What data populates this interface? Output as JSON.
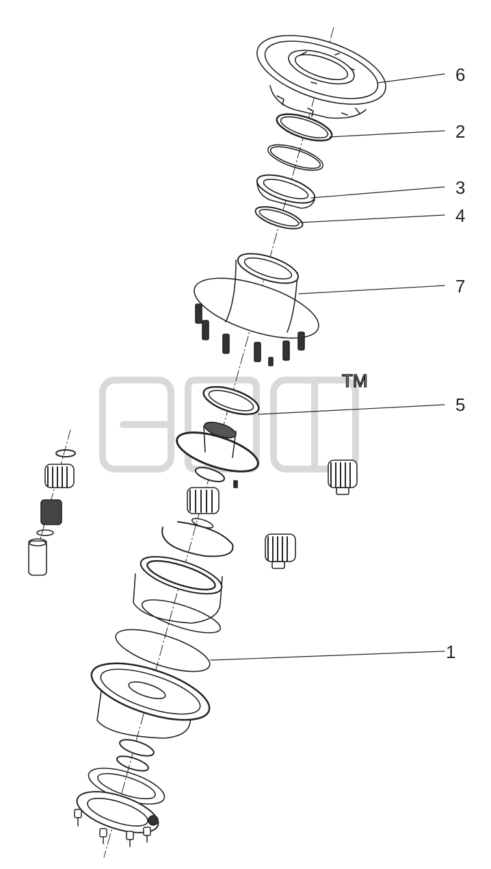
{
  "diagram": {
    "callouts": [
      "6",
      "2",
      "3",
      "4",
      "7",
      "5",
      "1"
    ],
    "watermark": {
      "mark": "TM"
    }
  }
}
